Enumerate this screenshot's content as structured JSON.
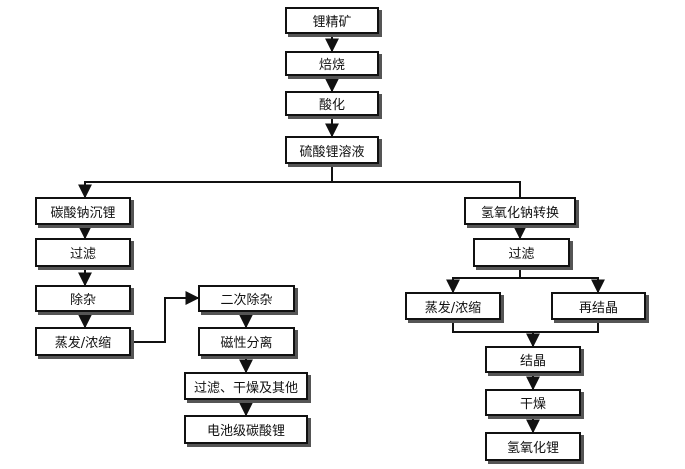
{
  "nodes": {
    "spodumene_concentrate": "锂精矿",
    "roasting": "焙烧",
    "acidification": "酸化",
    "lithium_sulfate_solution": "硫酸锂溶液",
    "sodium_carbonate_precipitation": "碳酸钠沉锂",
    "filtration_left": "过滤",
    "impurity_removal": "除杂",
    "evaporation_left": "蒸发/浓缩",
    "secondary_impurity_removal": "二次除杂",
    "magnetic_separation": "磁性分离",
    "filter_dry_other": "过滤、干燥及其他",
    "battery_grade_li2co3": "电池级碳酸锂",
    "naoh_conversion": "氢氧化钠转换",
    "filtration_right": "过滤",
    "evaporation_right": "蒸发/浓缩",
    "recrystallization": "再结晶",
    "crystallization": "结晶",
    "drying": "干燥",
    "lithium_hydroxide": "氢氧化锂"
  }
}
